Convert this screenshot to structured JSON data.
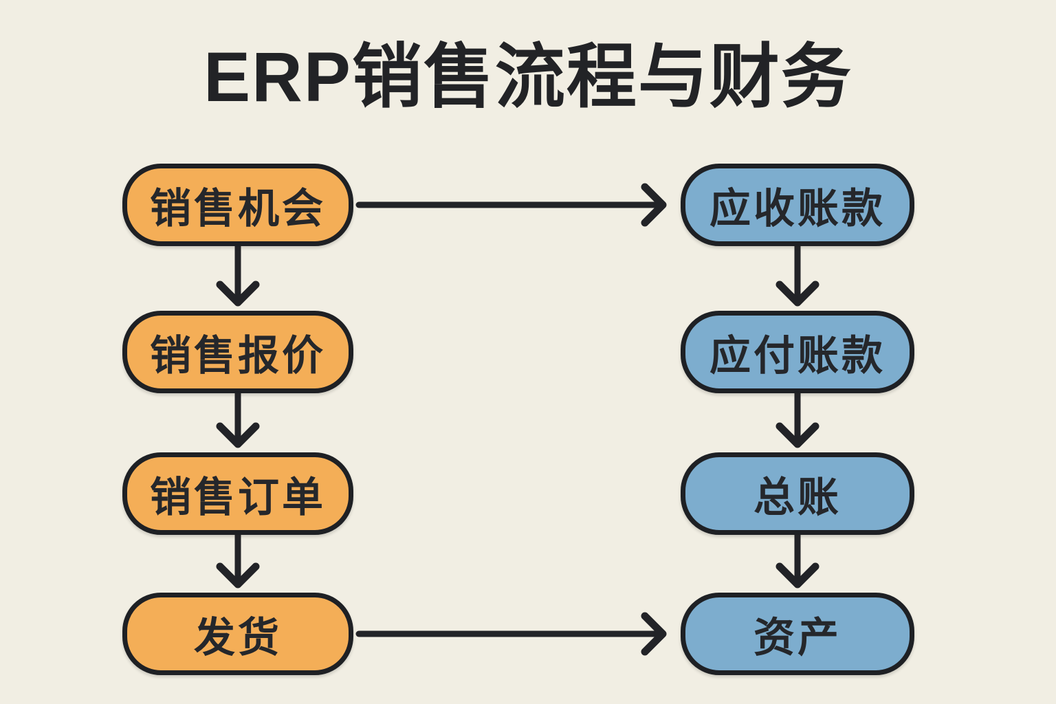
{
  "title": "ERP销售流程与财务",
  "palette": {
    "background": "#F1EEE3",
    "node_orange": "#F4AE57",
    "node_blue": "#7DADCE",
    "stroke": "#222327",
    "text": "#25272B"
  },
  "diagram": {
    "nodes": [
      {
        "id": "sales-opportunity",
        "label": "销售机会",
        "column": "left",
        "row": 0,
        "color": "#F4AE57"
      },
      {
        "id": "sales-quotation",
        "label": "销售报价",
        "column": "left",
        "row": 1,
        "color": "#F4AE57"
      },
      {
        "id": "sales-order",
        "label": "销售订单",
        "column": "left",
        "row": 2,
        "color": "#F4AE57"
      },
      {
        "id": "shipment",
        "label": "发货",
        "column": "left",
        "row": 3,
        "color": "#F4AE57"
      },
      {
        "id": "accounts-receivable",
        "label": "应收账款",
        "column": "right",
        "row": 0,
        "color": "#7DADCE"
      },
      {
        "id": "accounts-payable",
        "label": "应付账款",
        "column": "right",
        "row": 1,
        "color": "#7DADCE"
      },
      {
        "id": "general-ledger",
        "label": "总账",
        "column": "right",
        "row": 2,
        "color": "#7DADCE"
      },
      {
        "id": "assets",
        "label": "资产",
        "column": "right",
        "row": 3,
        "color": "#7DADCE"
      }
    ],
    "edges": [
      {
        "from": "销售机会",
        "to": "应收账款"
      },
      {
        "from": "销售机会",
        "to": "销售报价"
      },
      {
        "from": "销售报价",
        "to": "销售订单"
      },
      {
        "from": "销售订单",
        "to": "发货"
      },
      {
        "from": "发货",
        "to": "资产"
      },
      {
        "from": "应收账款",
        "to": "应付账款"
      },
      {
        "from": "应付账款",
        "to": "总账"
      },
      {
        "from": "总账",
        "to": "资产"
      }
    ]
  }
}
